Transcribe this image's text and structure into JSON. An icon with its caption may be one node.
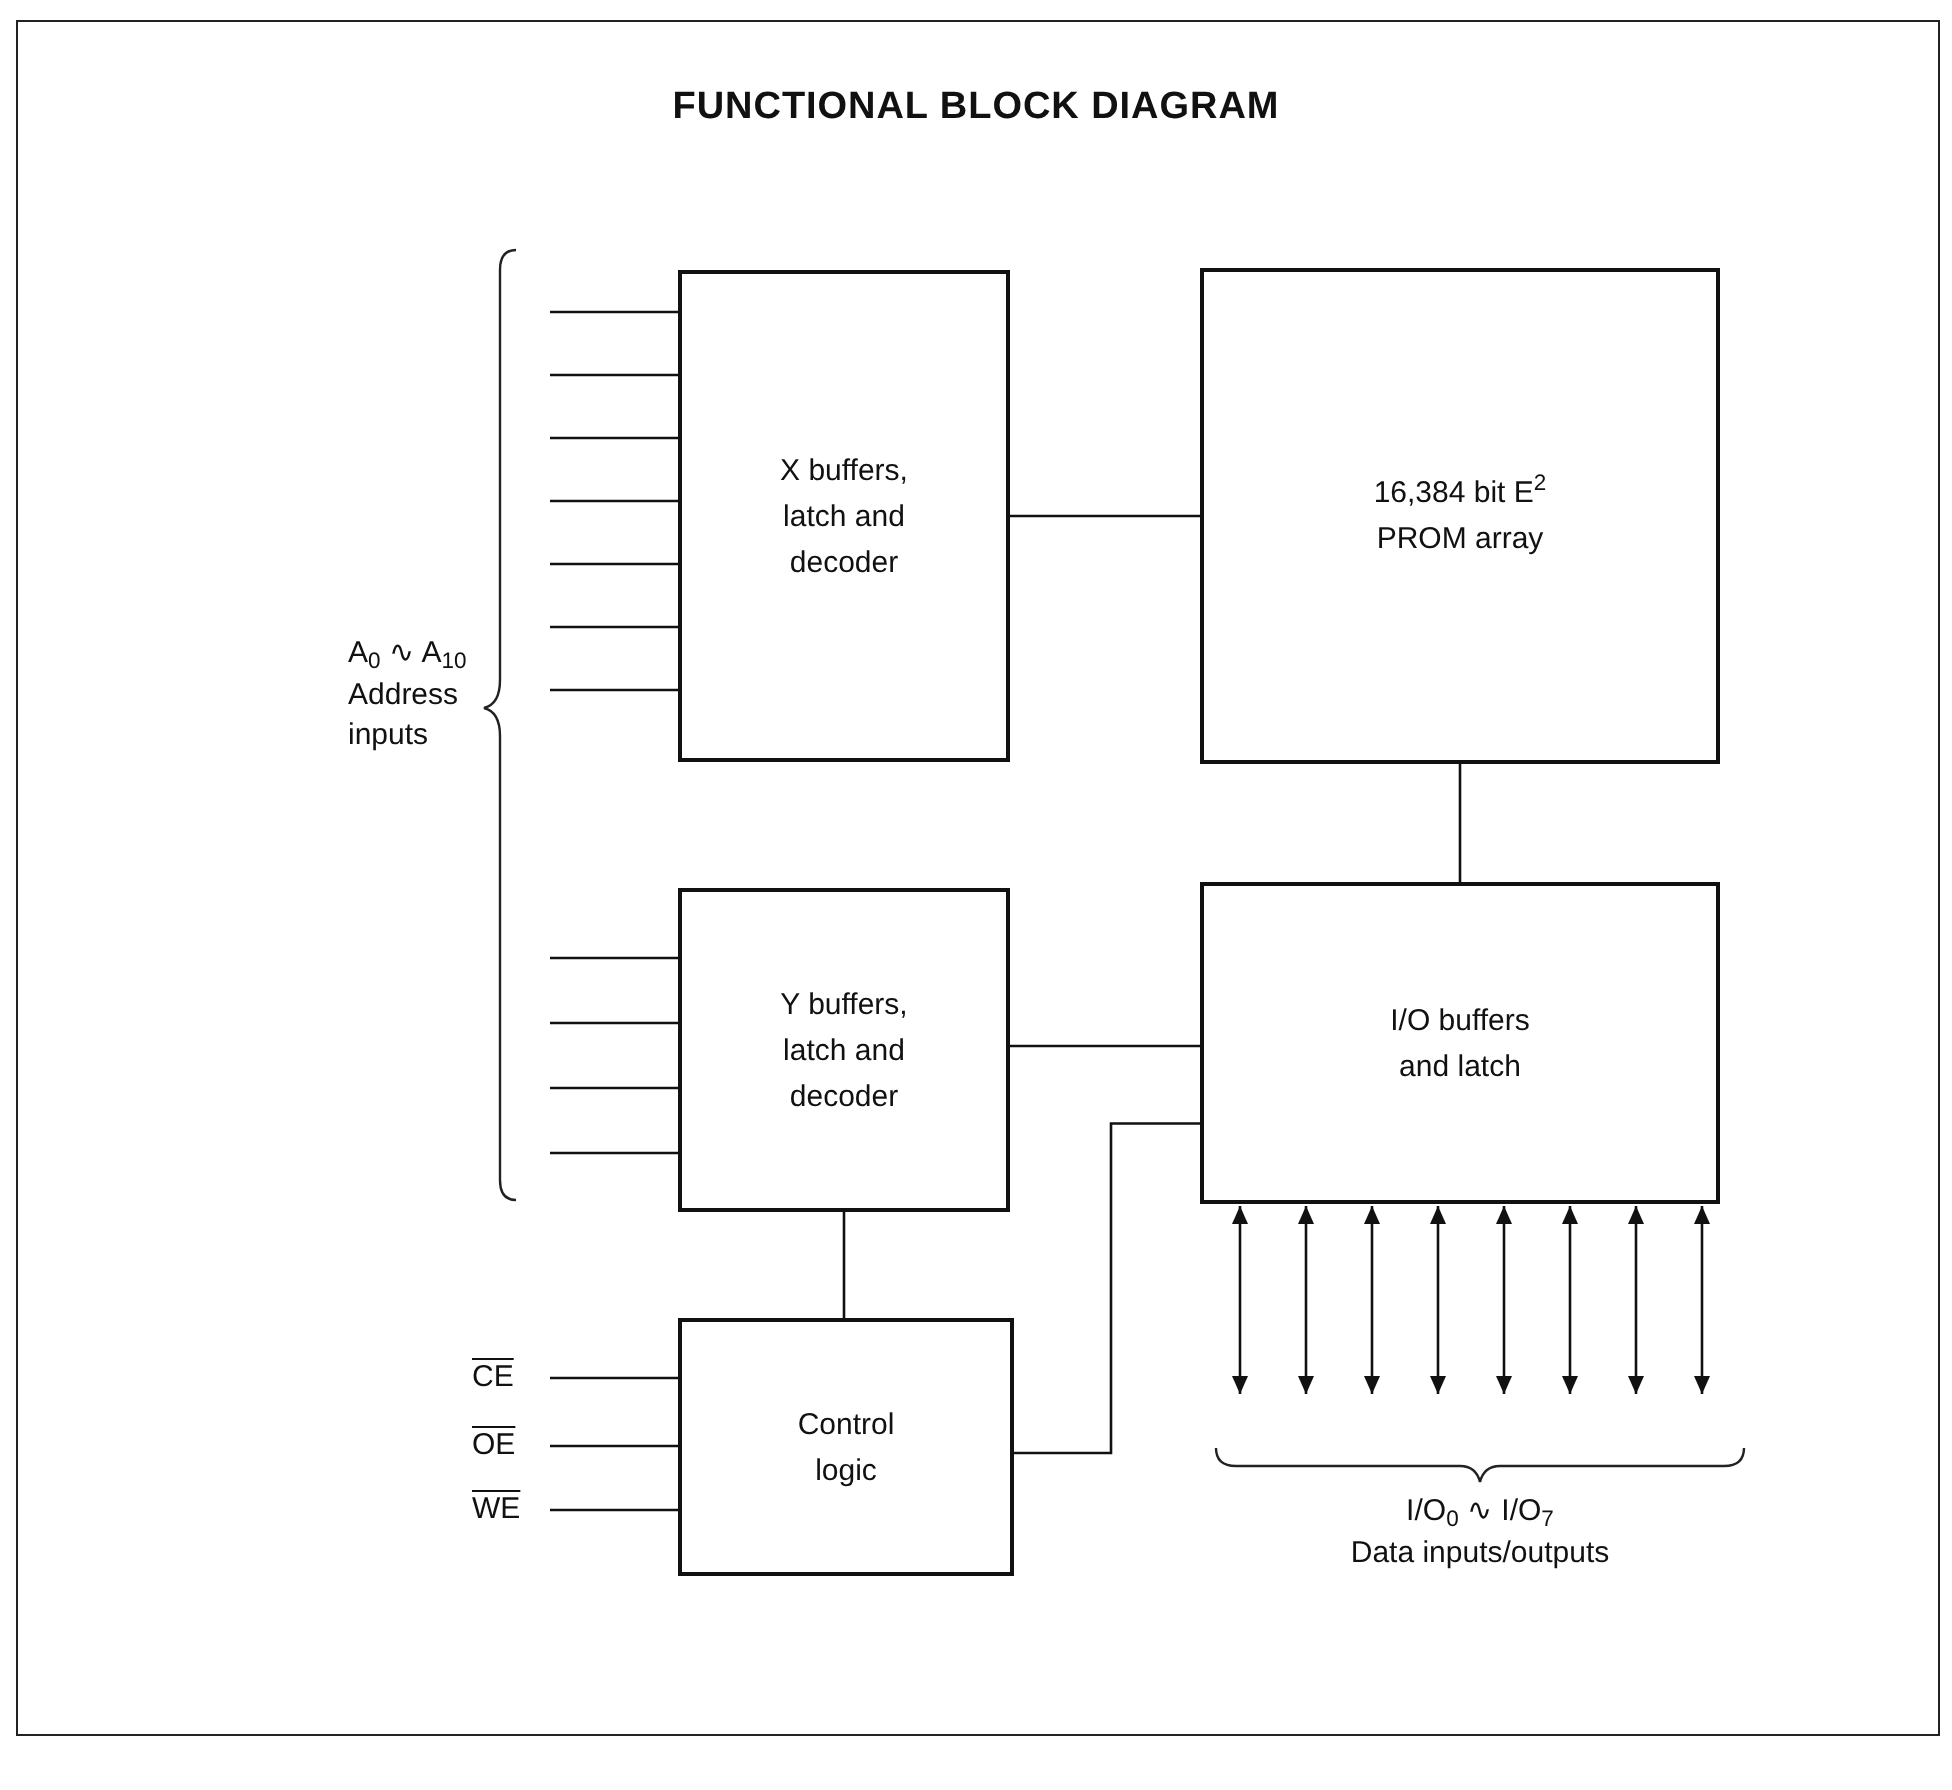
{
  "diagram": {
    "title": "FUNCTIONAL BLOCK DIAGRAM",
    "nodes": [
      {
        "text": [
          "X buffers, latch and decoder"
        ]
      },
      {
        "text": [
          "16,384 bit E$^{2}$ PROM array"
        ]
      },
      {
        "text": [
          "Y buffers, latch and decoder"
        ]
      },
      {
        "text": [
          "I/O buffers and latch"
        ]
      },
      {
        "text": [
          "Control logic"
        ]
      },
      {
        "text": [
          "CE"
        ]
      },
      {
        "text": [
          "OE"
        ]
      },
      {
        "text": [
          "WE"
        ]
      }
    ],
    "edges": [
      {
        "from": 0,
        "to": 1,
        "arrow": "none"
      },
      {
        "from": 1,
        "to": 3,
        "arrow": "none"
      },
      {
        "from": 2,
        "to": 3,
        "arrow": "none"
      },
      {
        "from": 2,
        "to": 4,
        "arrow": "none"
      },
      {
        "from": 4,
        "to": 3,
        "arrow": "none"
      },
      {
        "from": 5,
        "to": 4,
        "arrow": "none"
      },
      {
        "from": 6,
        "to": 4,
        "arrow": "none"
      },
      {
        "from": 7,
        "to": 4,
        "arrow": "none"
      },
      {
        "from": null,
        "to": 0,
        "arrow": "none"
      },
      {
        "from": null,
        "to": 0,
        "arrow": "none"
      },
      {
        "from": null,
        "to": 0,
        "arrow": "none"
      },
      {
        "from": null,
        "to": 0,
        "arrow": "none"
      },
      {
        "from": null,
        "to": 0,
        "arrow": "none"
      },
      {
        "from": null,
        "to": 0,
        "arrow": "none"
      },
      {
        "from": null,
        "to": 0,
        "arrow": "none"
      },
      {
        "from": null,
        "to": 2,
        "arrow": "none"
      },
      {
        "from": null,
        "to": 2,
        "arrow": "none"
      },
      {
        "from": null,
        "to": 2,
        "arrow": "none"
      },
      {
        "from": null,
        "to": 2,
        "arrow": "none"
      },
      {
        "from": 3,
        "to": null,
        "arrow": "both"
      },
      {
        "from": 3,
        "to": null,
        "arrow": "both"
      },
      {
        "from": 3,
        "to": null,
        "arrow": "both"
      },
      {
        "from": 3,
        "to": null,
        "arrow": "both"
      },
      {
        "from": 3,
        "to": null,
        "arrow": "both"
      },
      {
        "from": 3,
        "to": null,
        "arrow": "both"
      },
      {
        "from": 3,
        "to": null,
        "arrow": "both"
      },
      {
        "from": 3,
        "to": null,
        "arrow": "both"
      }
    ],
    "labels": [
      "A$_{0}$ ∿ A$_{10}$",
      "Address inputs",
      "I/O$_{0}$ ∿ I/O$_{7}$",
      "Data inputs/outputs"
    ]
  }
}
